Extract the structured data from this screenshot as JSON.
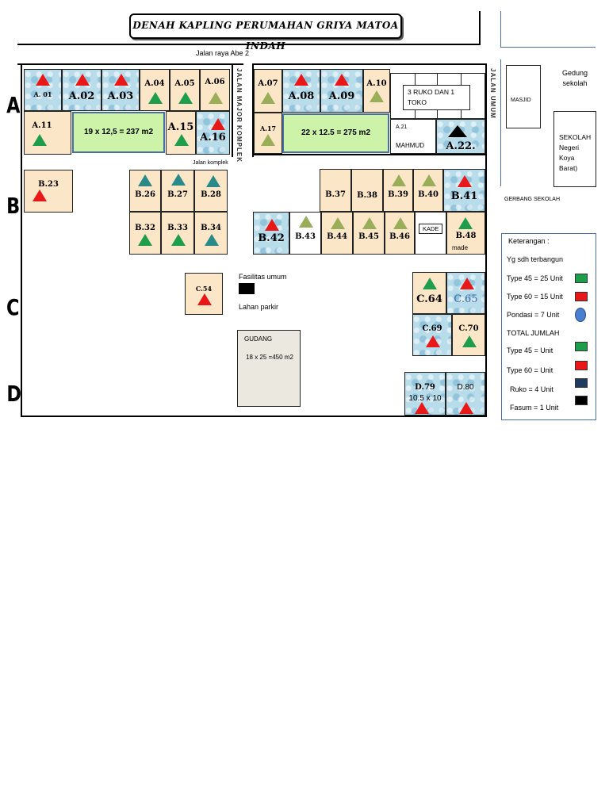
{
  "title": "DENAH KAPLING PERUMAHAN GRIYA MATOA INDAH",
  "road_main": "Jalan raya Abe 2",
  "road_mayor": "JALAN MAJOR KOMPLEK",
  "road_umum": "JALAN UMUM",
  "road_komplek": "Jalan komplek",
  "rows": {
    "a": "A",
    "b": "B",
    "c": "C",
    "d": "D"
  },
  "lots": {
    "a01": "A. 01",
    "a02": "A.02",
    "a03": "A.03",
    "a04": "A.04",
    "a05": "A.05",
    "a06": "A.06",
    "a07": "A.07",
    "a08": "A.08",
    "a09": "A.09",
    "a10": "A.10",
    "a11": "A.11",
    "a15": "A.15",
    "a16": "A.16",
    "a17": "A.17",
    "a21": "A.21",
    "a22": "A.22.",
    "b23": "B.23",
    "b26": "B.26",
    "b27": "B.27",
    "b28": "B.28",
    "b32": "B.32",
    "b33": "B.33",
    "b34": "B.34",
    "b37": "B.37",
    "b38": "B.38",
    "b39": "B.39",
    "b40": "B.40",
    "b41": "B.41",
    "b42": "B.42",
    "b43": "B.43",
    "b44": "B.44",
    "b45": "B.45",
    "b46": "B.46",
    "b48": "B.48",
    "c54": "C.54",
    "c64": "C.64",
    "c65": "C.65",
    "c69": "C.69",
    "c70": "C.70",
    "d79": "D.79",
    "d80": "D.80"
  },
  "notes": {
    "area1": "19 x 12,5 = 237 m2",
    "area2": "22 x 12.5 = 275 m2",
    "ruko": "3 RUKO DAN  1 TOKO",
    "mahmud": "MAHMUD",
    "kade": "KADE",
    "made": "made",
    "d79_size": "10.5 x 10",
    "fasum": "Fasilitas umum",
    "parkir": "Lahan parkir",
    "gudang": "GUDANG",
    "gudang_size": "18 x 25 =450 m2",
    "masjid": "MASJID",
    "gedung": "Gedung sekolah",
    "sekolah": "SEKOLAH Negeri Koya Barat)",
    "gerbang": "GERBANG SEKOLAH"
  },
  "legend": {
    "title": "Keterangan :",
    "built": "Yg sdh terbangun",
    "t45": "Type 45  =   25 Unit",
    "t60": "Type 60  =   15 Unit",
    "pondasi": "Pondasi =    7  Unit",
    "total": "TOTAL JUMLAH",
    "t45b": "Type 45   =    Unit",
    "t60b": "Type 60   =    Unit",
    "ruko": "Ruko      =  4  Unit",
    "fasumu": "Fasum   =   1 Unit",
    "colors": {
      "green": "#1e9e4a",
      "red": "#e81818",
      "blue": "#4a7fd0",
      "navy": "#1f3a5f",
      "black": "#000000"
    }
  }
}
